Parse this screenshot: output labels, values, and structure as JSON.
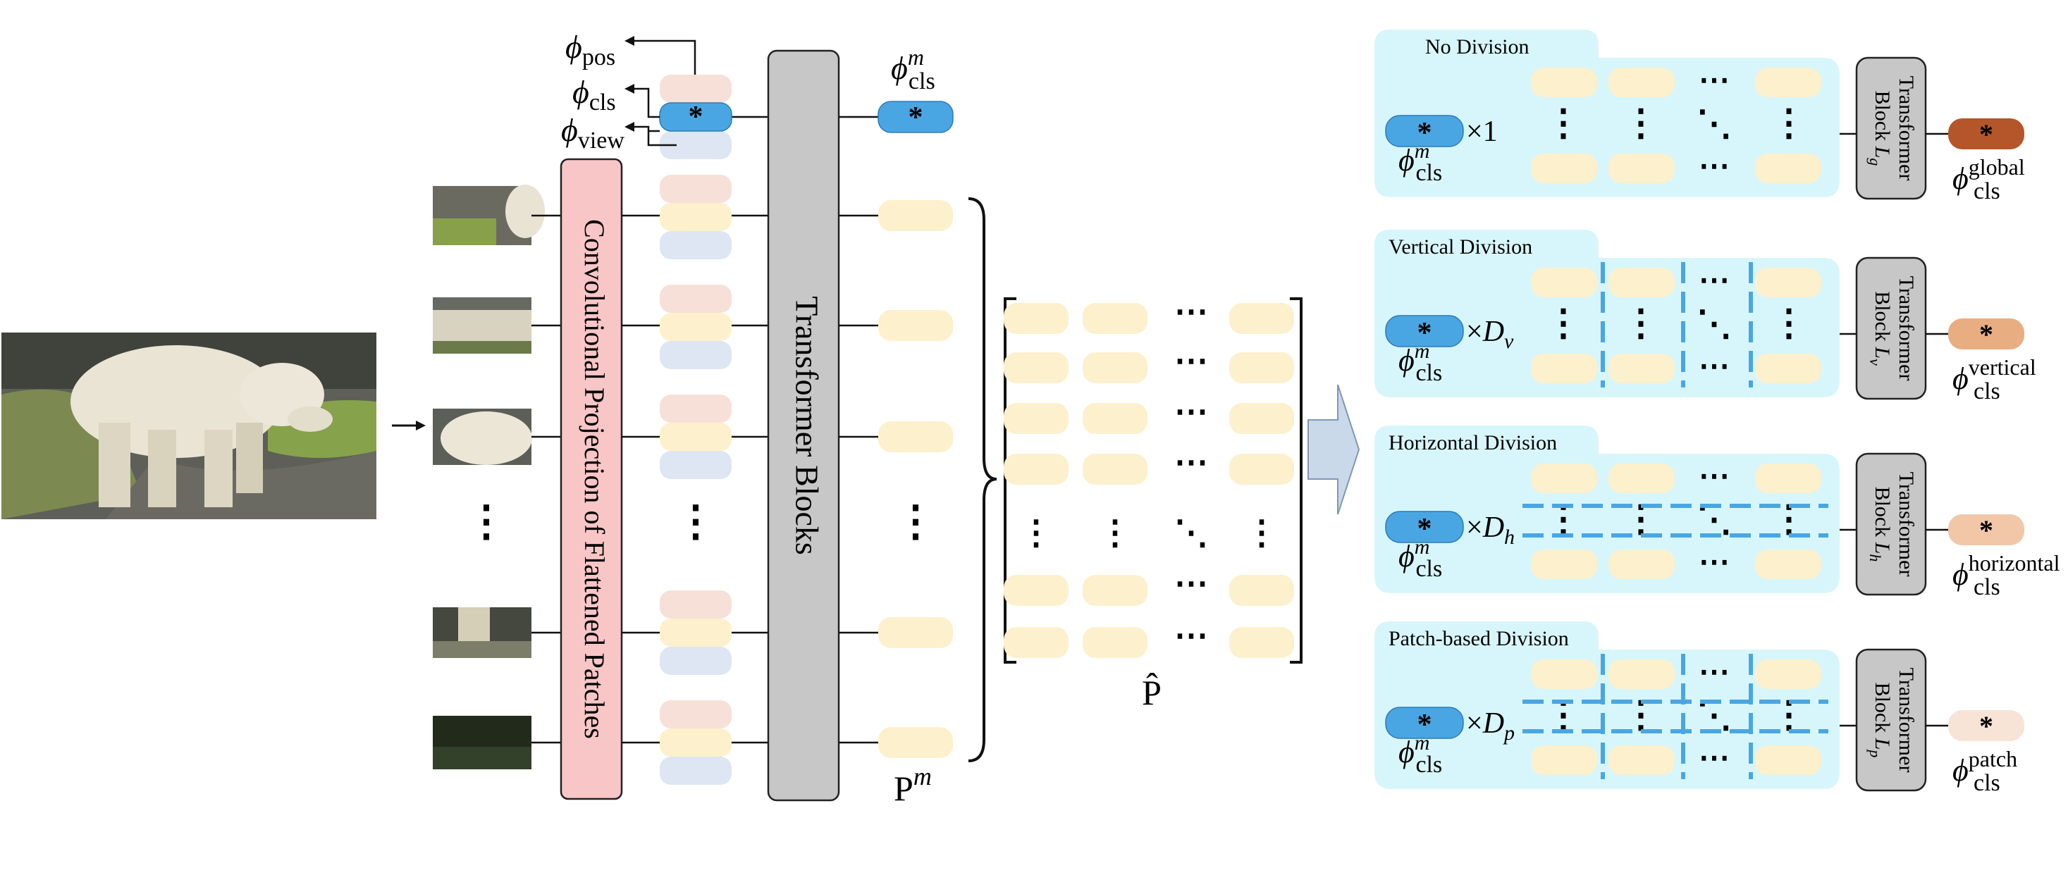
{
  "labels": {
    "phi": "ϕ",
    "sub_pos": "pos",
    "sub_cls": "cls",
    "sub_view": "view",
    "sup_m": "m",
    "star": "*",
    "ellipsis": "…",
    "p": "P",
    "p_hat": "P̂"
  },
  "conv_projection": {
    "label": "Convolutional Projection of Flattened Patches"
  },
  "transformer": {
    "label": "Transformer Blocks"
  },
  "panels": [
    {
      "title": "No Division",
      "mult": "×1",
      "mult_var": "",
      "block": "Transformer Block ",
      "block_var": "L",
      "block_sub": "g",
      "out_sup": "global",
      "division": "none",
      "color": "#b4562a"
    },
    {
      "title": "Vertical Division",
      "mult": "×",
      "mult_var": "D",
      "mult_sub": "v",
      "block": "Transformer Block ",
      "block_var": "L",
      "block_sub": "v",
      "out_sup": "vertical",
      "division": "vertical",
      "color": "#e9ad82"
    },
    {
      "title": "Horizontal Division",
      "mult": "×",
      "mult_var": "D",
      "mult_sub": "h",
      "block": "Transformer Block ",
      "block_var": "L",
      "block_sub": "h",
      "out_sup": "horizontal",
      "division": "horizontal",
      "color": "#f2c7a8"
    },
    {
      "title": "Patch-based Division",
      "mult": "×",
      "mult_var": "D",
      "mult_sub": "p",
      "block": "Transformer Block ",
      "block_var": "L",
      "block_sub": "p",
      "out_sup": "patch",
      "division": "patch",
      "color": "#f8e4d6"
    }
  ],
  "colors": {
    "token_yellow": "#fdf0cc",
    "token_pink": "#f7e0d8",
    "token_blue_light": "#dde6f2",
    "cls_blue": "#4aa6e2",
    "panel_bg": "#d7f6fb",
    "transformer_gray": "#c7c7c7",
    "conv_pink": "#f8c6c6",
    "divider_blue": "#4aa6e2",
    "arrow_fill": "#c9d9ea"
  }
}
